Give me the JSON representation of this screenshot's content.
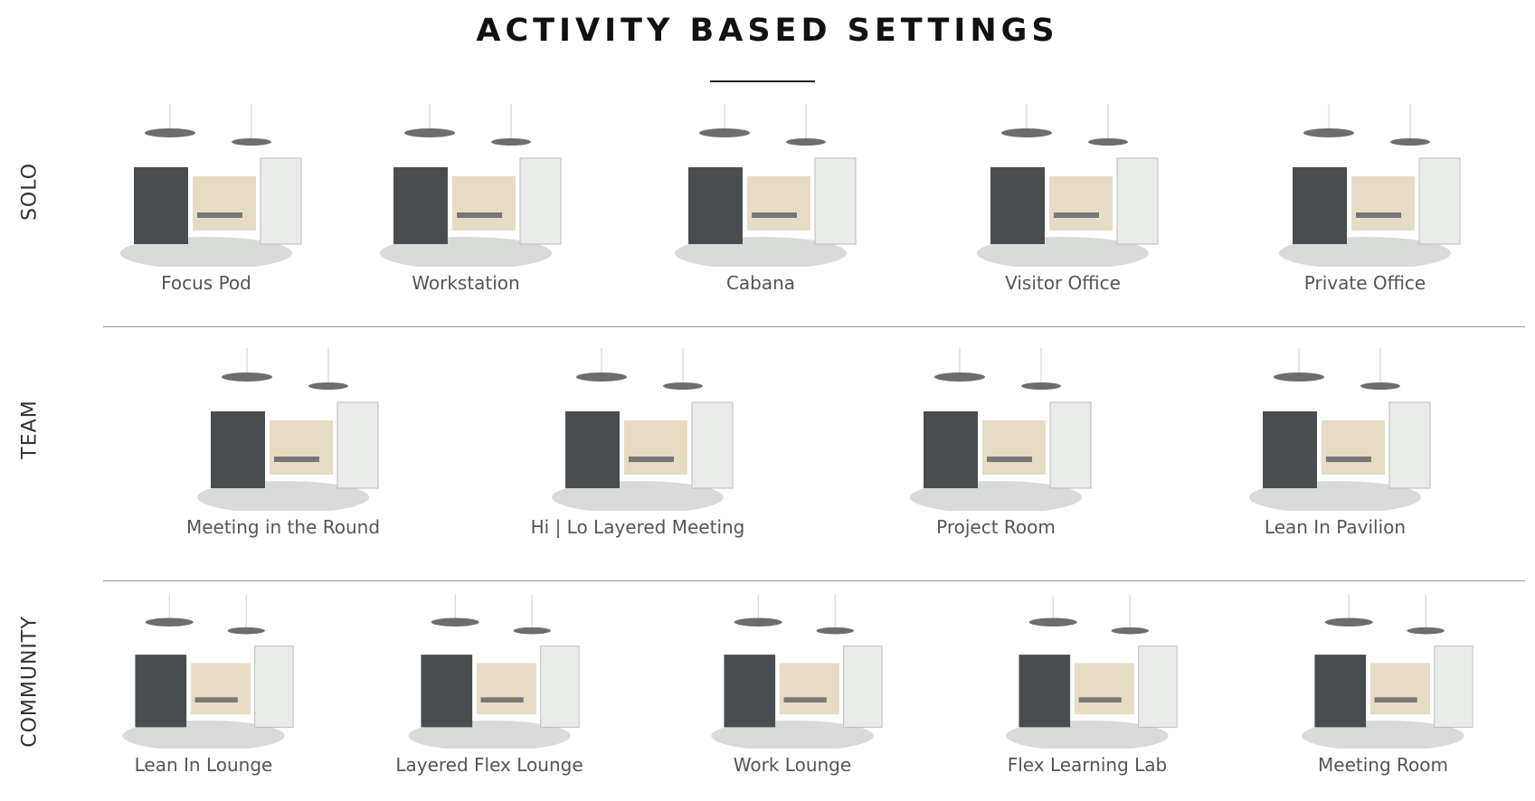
{
  "title": "ACTIVITY BASED SETTINGS",
  "rows": {
    "solo": {
      "label": "SOLO",
      "items": [
        "Focus Pod",
        "Workstation",
        "Cabana",
        "Visitor Office",
        "Private Office"
      ]
    },
    "team": {
      "label": "TEAM",
      "items": [
        "Meeting in the Round",
        "Hi | Lo Layered Meeting",
        "Project Room",
        "Lean In Pavilion"
      ]
    },
    "community": {
      "label": "COMMUNITY",
      "items": [
        "Lean In Lounge",
        "Layered Flex Lounge",
        "Work Lounge",
        "Flex Learning Lab",
        "Meeting Room"
      ]
    }
  },
  "colors": {
    "dark": "#4a4d50",
    "wood": "#e6dcc4",
    "light": "#e9ebe8",
    "green": "#8fbf5a"
  }
}
